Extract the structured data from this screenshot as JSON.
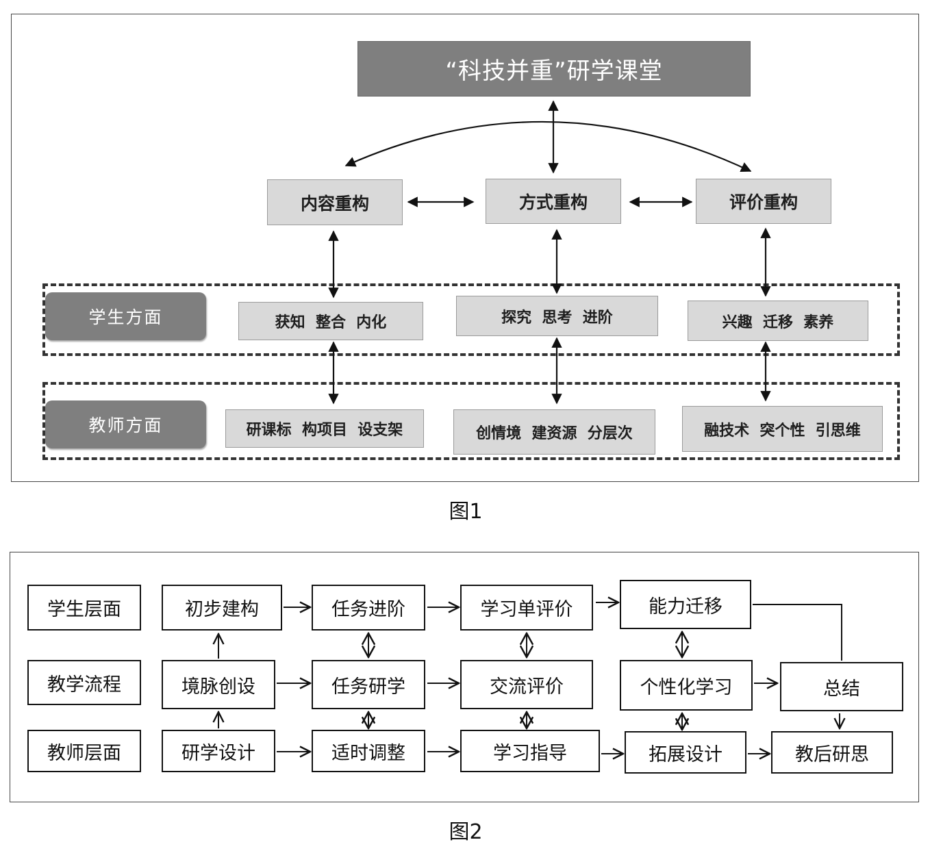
{
  "figure1": {
    "title": "“科技并重”研学课堂",
    "reforms": [
      "内容重构",
      "方式重构",
      "评价重构"
    ],
    "student": {
      "label": "学生方面",
      "items": [
        "获知  整合  内化",
        "探究  思考  进阶",
        "兴趣  迁移  素养"
      ]
    },
    "teacher": {
      "label": "教师方面",
      "items": [
        "研课标  构项目  设支架",
        "创情境  建资源  分层次",
        "融技术  突个性  引思维"
      ]
    },
    "caption": "图1"
  },
  "figure2": {
    "row_labels": [
      "学生层面",
      "教学流程",
      "教师层面"
    ],
    "student_row": [
      "初步建构",
      "任务进阶",
      "学习单评价",
      "能力迁移"
    ],
    "process_row": [
      "境脉创设",
      "任务研学",
      "交流评价",
      "个性化学习",
      "总结"
    ],
    "teacher_row": [
      "研学设计",
      "适时调整",
      "学习指导",
      "拓展设计",
      "教后研思"
    ],
    "caption": "图2"
  }
}
